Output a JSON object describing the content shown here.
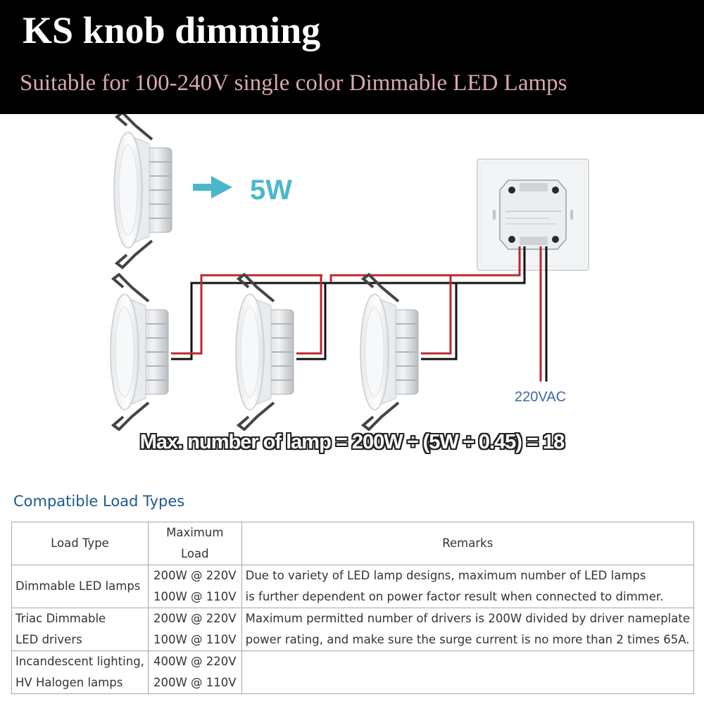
{
  "header": {
    "title": "KS knob dimming",
    "subtitle": "Suitable for 100-240V single color Dimmable LED Lamps"
  },
  "diagram": {
    "lamp_wattage_label": "5W",
    "voltage_label": "220VAC",
    "formula": "Max. number of lamp = 200W ÷ (5W ÷ 0.45) = 18",
    "colors": {
      "accent": "#4ab8cc",
      "voltage": "#3f68a8",
      "live_wire": "#c0272d",
      "neutral_wire": "#111111"
    }
  },
  "load_types": {
    "title": "Compatible Load Types",
    "headers": [
      "Load Type",
      "Maximum Load",
      "Remarks"
    ],
    "rows": [
      {
        "type": [
          "Dimmable LED lamps"
        ],
        "max_load": [
          "200W @ 220V",
          "100W @ 110V"
        ],
        "remarks": [
          "Due to variety of LED lamp designs, maximum number of LED lamps",
          "is further dependent on power factor result when connected to dimmer."
        ]
      },
      {
        "type": [
          "Triac Dimmable",
          "LED drivers"
        ],
        "max_load": [
          "200W @ 220V",
          "100W @ 110V"
        ],
        "remarks": [
          "Maximum permitted number of drivers is 200W divided by driver nameplate",
          "power rating, and make sure the surge current is no more than 2 times 65A."
        ]
      },
      {
        "type": [
          "Incandescent lighting,",
          "HV Halogen lamps"
        ],
        "max_load": [
          "400W @ 220V",
          "200W @ 110V"
        ],
        "remarks": []
      }
    ]
  }
}
